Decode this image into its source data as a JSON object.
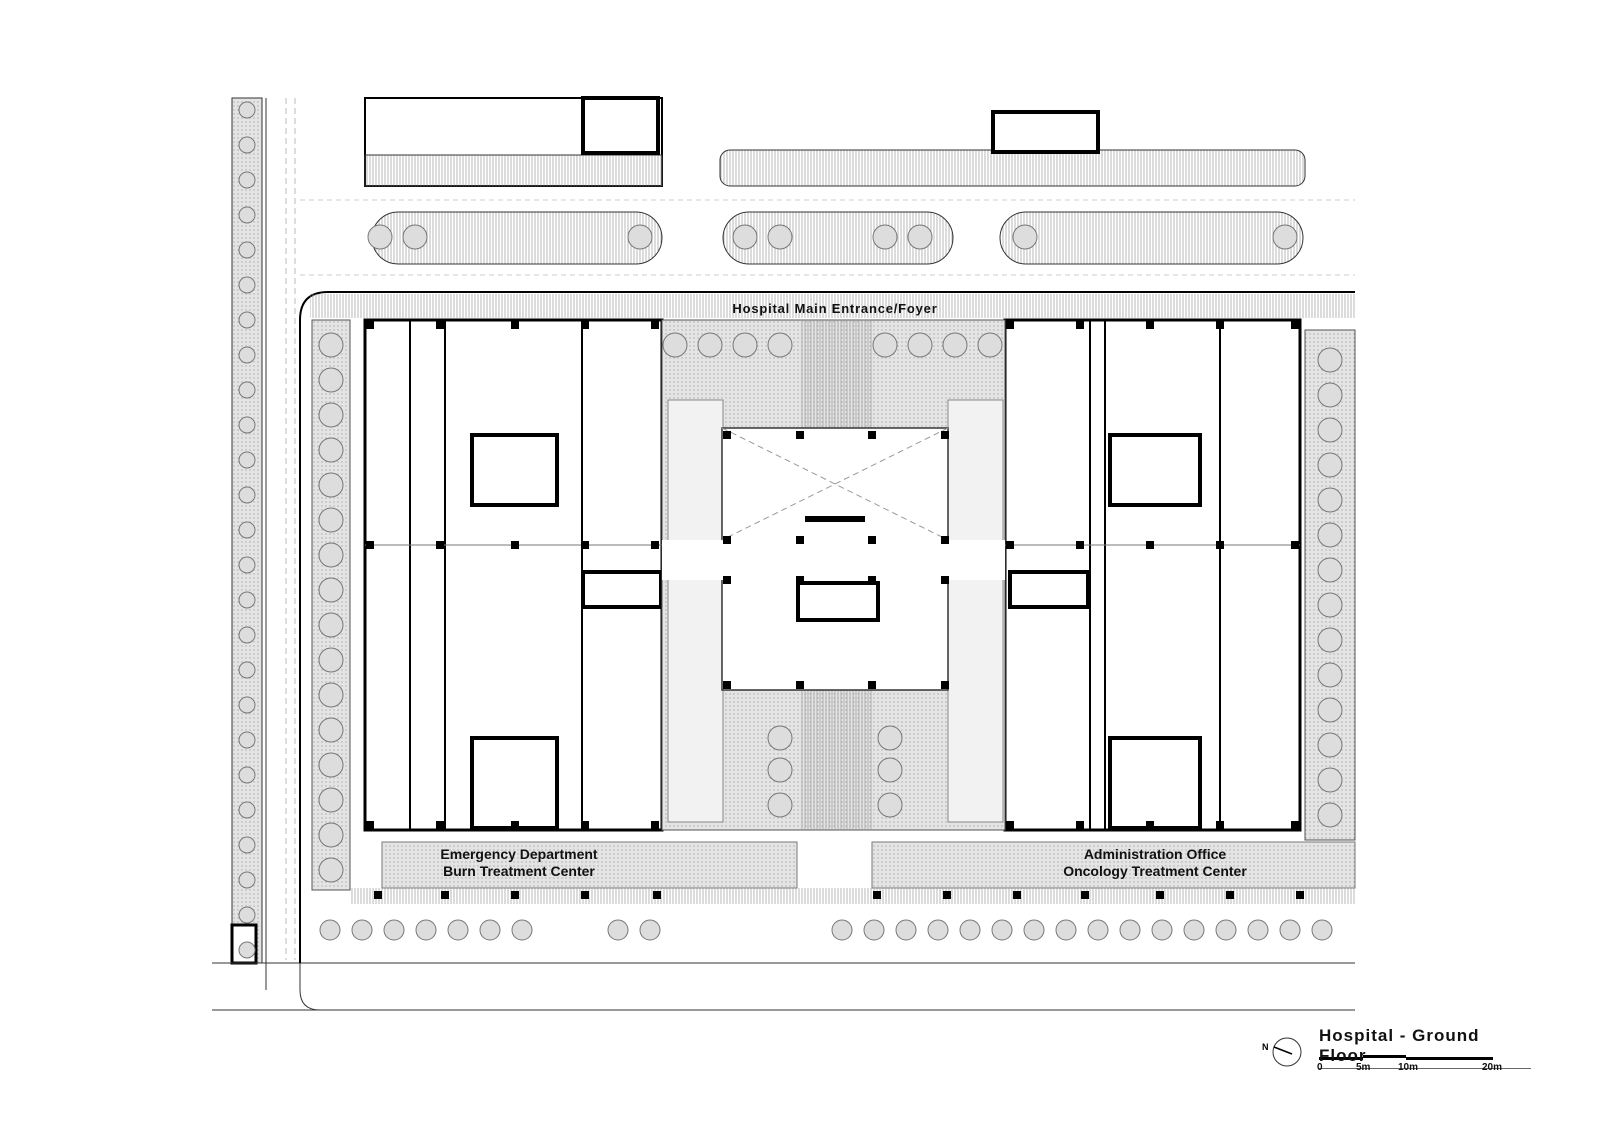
{
  "plan": {
    "title": "Hospital - Ground Floor",
    "labels": {
      "entrance": "Hospital Main Entrance/Foyer",
      "left_line1": "Emergency Department",
      "left_line2": "Burn Treatment Center",
      "right_line1": "Administration Office",
      "right_line2": "Oncology Treatment Center"
    },
    "north_label": "N",
    "scale_ticks": [
      "0",
      "5m",
      "10m",
      "20m"
    ]
  }
}
